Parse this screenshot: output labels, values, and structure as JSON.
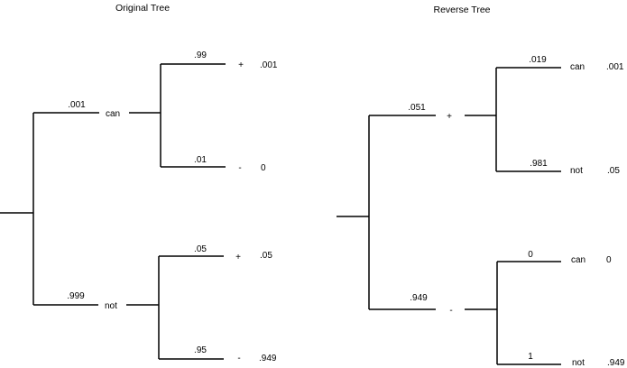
{
  "colors": {
    "line": "#000000",
    "text": "#000000",
    "background": "#ffffff"
  },
  "original_tree": {
    "title": "Original Tree",
    "branches": [
      {
        "probability": ".001",
        "node": "can",
        "leaves": [
          {
            "probability": ".99",
            "sign": "+",
            "joint": ".001"
          },
          {
            "probability": ".01",
            "sign": "-",
            "joint": "0"
          }
        ]
      },
      {
        "probability": ".999",
        "node": "not",
        "leaves": [
          {
            "probability": ".05",
            "sign": "+",
            "joint": ".05"
          },
          {
            "probability": ".95",
            "sign": "-",
            "joint": ".949"
          }
        ]
      }
    ]
  },
  "reverse_tree": {
    "title": "Reverse Tree",
    "branches": [
      {
        "probability": ".051",
        "node": "+",
        "leaves": [
          {
            "probability": ".019",
            "label": "can",
            "joint": ".001"
          },
          {
            "probability": ".981",
            "label": "not",
            "joint": ".05"
          }
        ]
      },
      {
        "probability": ".949",
        "node": "-",
        "leaves": [
          {
            "probability": "0",
            "label": "can",
            "joint": "0"
          },
          {
            "probability": "1",
            "label": "not",
            "joint": ".949"
          }
        ]
      }
    ]
  }
}
